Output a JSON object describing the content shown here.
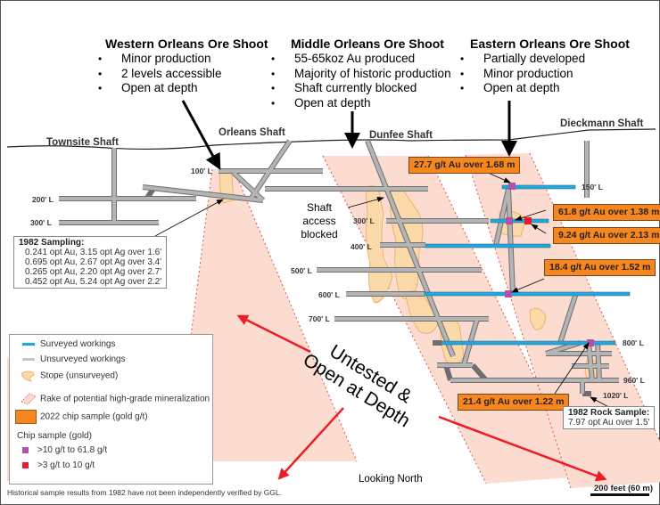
{
  "header_blocks": [
    {
      "title": "Western Orleans Ore Shoot",
      "bullets": [
        "Minor production",
        "2 levels accessible",
        "Open at depth"
      ]
    },
    {
      "title": "Middle Orleans Ore Shoot",
      "bullets": [
        "55-65koz Au produced",
        "Majority of historic  production",
        "Shaft currently blocked",
        "Open at depth"
      ]
    },
    {
      "title": "Eastern Orleans Ore Shoot",
      "bullets": [
        "Partially developed",
        "Minor production",
        "Open at depth"
      ]
    }
  ],
  "shafts": [
    "Townsite Shaft",
    "Orleans Shaft",
    "Dunfee Shaft",
    "Dieckmann Shaft"
  ],
  "levels": [
    "100' L",
    "150' L",
    "200' L",
    "300' L",
    "300' L",
    "400' L",
    "500' L",
    "600' L",
    "700' L",
    "800' L",
    "960' L",
    "1020' L"
  ],
  "shaft_note": "Shaft access blocked",
  "sampling_1982": {
    "title": "1982 Sampling:",
    "rows": [
      "0.241 opt Au, 3.15 opt Ag over 1.6'",
      "0.695 opt Au, 2.67 opt Ag over 3.4'",
      "0.265 opt Au, 2.20 opt Ag over 2.7'",
      "0.452 opt Au, 5.24 opt Ag over 2.2'"
    ]
  },
  "rock_sample_1982": {
    "title": "1982 Rock Sample:",
    "value": "7.97 opt Au over 1.5'"
  },
  "chip_samples_2022": [
    "27.7 g/t Au over 1.68 m",
    "61.8 g/t Au over 1.38 m",
    "9.24 g/t Au over 2.13 m",
    "18.4 g/t Au over 1.52 m",
    "21.4 g/t Au over 1.22 m"
  ],
  "untested_label": {
    "line1": "Untested &",
    "line2": "Open at Depth"
  },
  "view_label": "Looking North",
  "scale_bar": "200 feet (60 m)",
  "disclaimer": "Historical sample results from 1982 have not been independently verified by GGL.",
  "legend": {
    "items": [
      {
        "label": "Surveyed workings",
        "icon": "surveyed-workings-icon",
        "color": "#1ea7e1"
      },
      {
        "label": "Unsurveyed workings",
        "icon": "unsurveyed-workings-icon",
        "color": "#c8c8c8"
      },
      {
        "label": "Stope (unsurveyed)",
        "icon": "stope-icon",
        "color": "#fcd9a8"
      },
      {
        "label": "Rake of potential high-grade mineralization",
        "icon": "rake-icon",
        "color": "#fcdcd0"
      },
      {
        "label": "2022 chip sample (gold g/t)",
        "icon": "chip-sample-box-icon",
        "color": "#f7861e"
      }
    ],
    "chip_heading": "Chip sample (gold)",
    "chip_items": [
      {
        "label": ">10 g/t  to 61.8 g/t",
        "color": "#b050a8"
      },
      {
        "label": ">3 g/t  to 10 g/t",
        "color": "#e8192c"
      }
    ]
  },
  "colors": {
    "rake_fill": "#fcdcd0",
    "rake_edge": "#e0504a",
    "workings_gray": "#a6a6a6",
    "workings_edge": "#6e6e6e",
    "surveyed_blue": "#1ea7e1",
    "stope": "#fcd9a8",
    "stope_edge": "#e8a860",
    "chip_orange": "#f7861e",
    "high_grade": "#b050a8",
    "mid_grade": "#e8192c",
    "arrow_red": "#ee1c24"
  }
}
